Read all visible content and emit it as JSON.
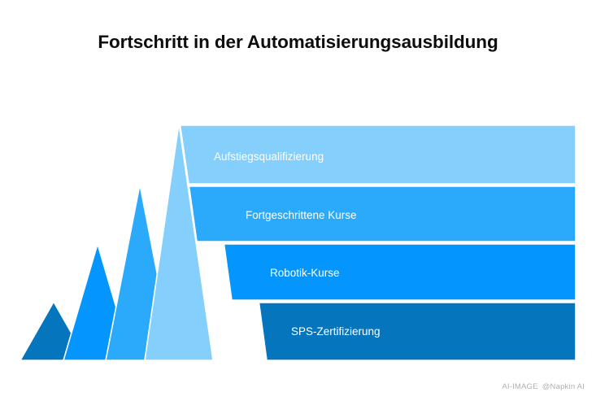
{
  "chart_data": {
    "type": "bar",
    "title": "Fortschritt in der Automatisierungsausbildung",
    "subtitle": "",
    "xlabel": "",
    "ylabel": "",
    "grid": false,
    "legend": "none",
    "orientation": "horizontal-stacked-pyramid",
    "categories": [
      "Aufstiegsqualifizierung",
      "Fortgeschrittene Kurse",
      "Robotik-Kurse",
      "SPS-Zertifizierung"
    ],
    "values": [
      4,
      3,
      2,
      1
    ],
    "series": [
      {
        "name": "Fortschritt",
        "values": [
          4,
          3,
          2,
          1
        ]
      }
    ],
    "points": [
      {
        "label": "Aufstiegsqualifizierung",
        "level": 4,
        "color": "#85cffd",
        "band_top": 155,
        "band_bottom": 226,
        "triangle_apex_x": 220,
        "triangle_apex_y": 152
      },
      {
        "label": "Fortgeschrittene Kurse",
        "level": 3,
        "color": "#2ba9fb",
        "band_top": 229,
        "band_bottom": 297,
        "triangle_apex_x": 172,
        "triangle_apex_y": 227
      },
      {
        "label": "Robotik-Kurse",
        "level": 2,
        "color": "#0496fd",
        "band_top": 300,
        "band_bottom": 369,
        "triangle_apex_x": 120,
        "triangle_apex_y": 300
      },
      {
        "label": "SPS-Zertifizierung",
        "level": 1,
        "color": "#0575be",
        "band_top": 372,
        "band_bottom": 443,
        "triangle_apex_x": 66,
        "triangle_apex_y": 371
      }
    ],
    "colors": [
      "#85cffd",
      "#2ba9fb",
      "#0496fd",
      "#0575be"
    ],
    "background": "#ffffff",
    "label_color": "#ffffff",
    "title_color": "#0d0d0d"
  },
  "labels": {
    "band_1": "Aufstiegsqualifizierung",
    "band_2": "Fortgeschrittene Kurse",
    "band_3": "Robotik-Kurse",
    "band_4": "SPS-Zertifizierung"
  },
  "watermark": {
    "tag": "AI-IMAGE",
    "brand": "@Napkin AI"
  }
}
